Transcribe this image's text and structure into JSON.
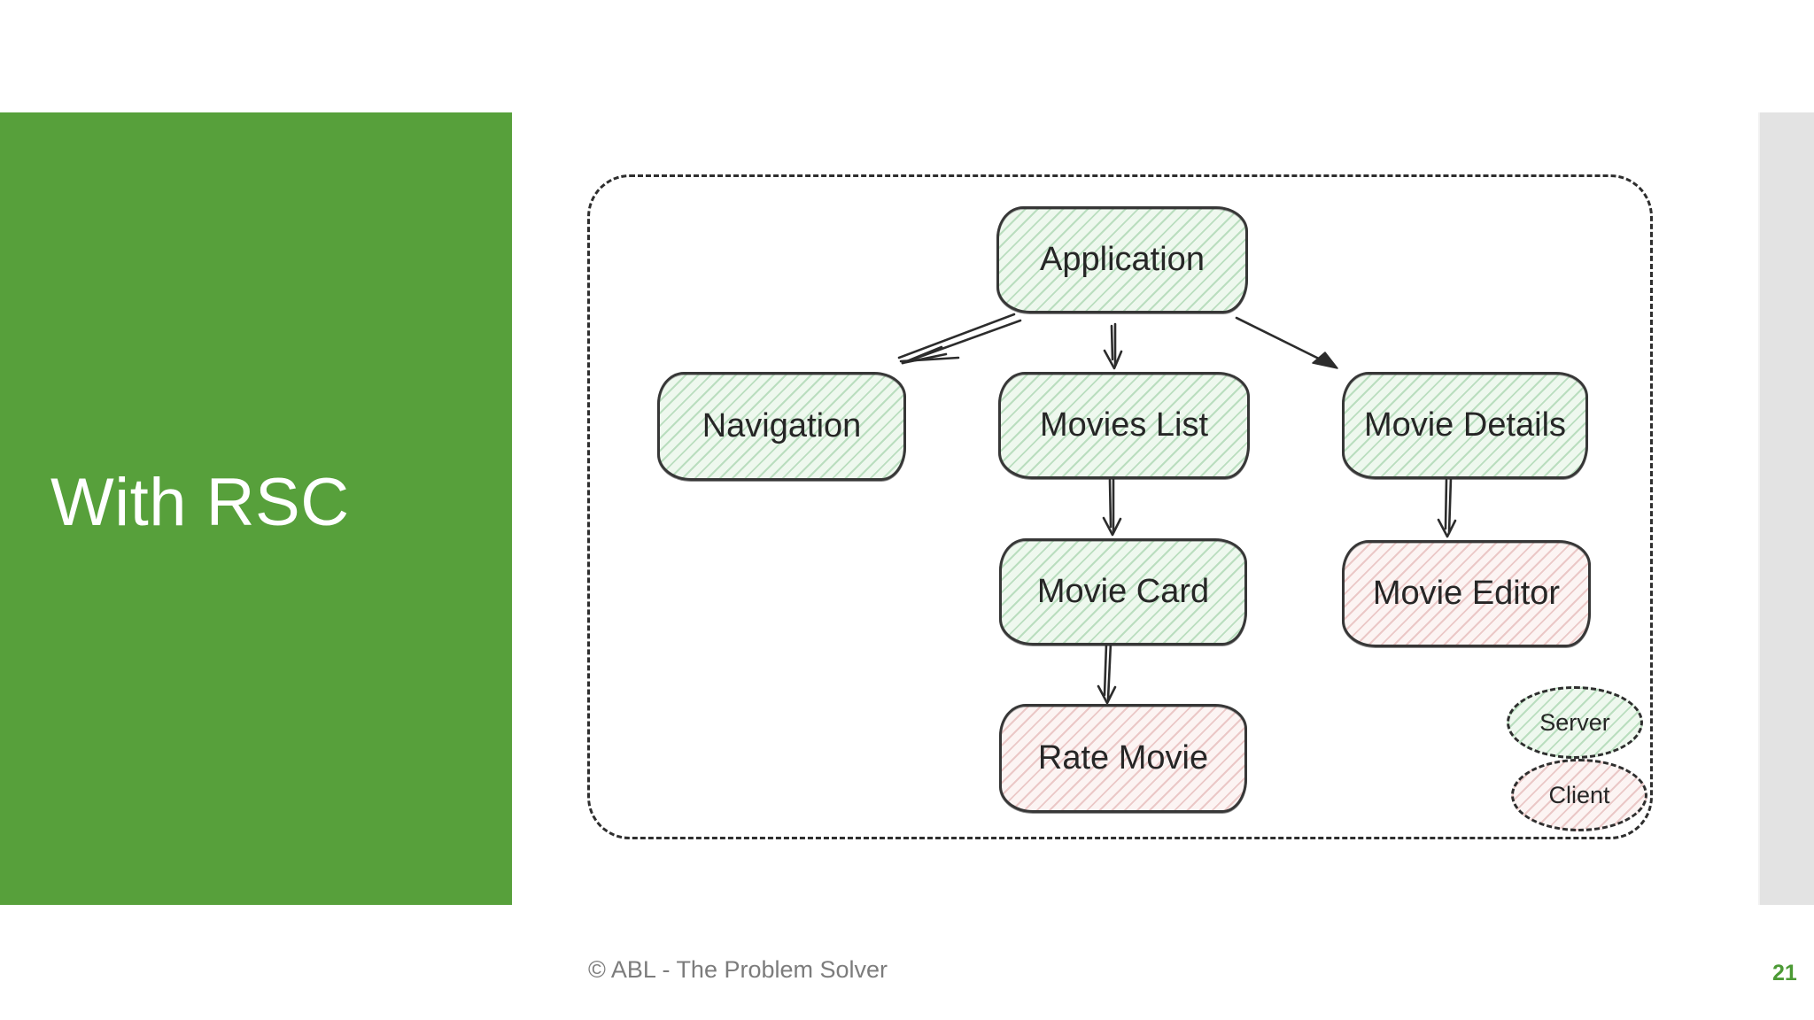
{
  "slide": {
    "title": "With RSC",
    "footer": "© ABL - The Problem Solver",
    "page_number": "21"
  },
  "colors": {
    "accent_green": "#57a03b",
    "server_fill": "#eef8ee",
    "server_hatch": "#86c490",
    "client_fill": "#fcf4f3",
    "client_hatch": "#d69292",
    "sketch_stroke": "#2e2e2e",
    "footer_gray": "#7c7c7c",
    "next_slide_gray": "#e3e3e3",
    "page_number_green": "#4c9a35"
  },
  "diagram": {
    "nodes": [
      {
        "id": "application",
        "label": "Application",
        "type": "server"
      },
      {
        "id": "navigation",
        "label": "Navigation",
        "type": "server"
      },
      {
        "id": "movies-list",
        "label": "Movies List",
        "type": "server"
      },
      {
        "id": "movie-details",
        "label": "Movie Details",
        "type": "server"
      },
      {
        "id": "movie-card",
        "label": "Movie Card",
        "type": "server"
      },
      {
        "id": "movie-editor",
        "label": "Movie Editor",
        "type": "client"
      },
      {
        "id": "rate-movie",
        "label": "Rate Movie",
        "type": "client"
      }
    ],
    "edges": [
      {
        "from": "Application",
        "to": "Navigation"
      },
      {
        "from": "Application",
        "to": "Movies List"
      },
      {
        "from": "Application",
        "to": "Movie Details"
      },
      {
        "from": "Movies List",
        "to": "Movie Card"
      },
      {
        "from": "Movie Details",
        "to": "Movie Editor"
      },
      {
        "from": "Movie Card",
        "to": "Rate Movie"
      }
    ],
    "legend": [
      {
        "label": "Server",
        "type": "server"
      },
      {
        "label": "Client",
        "type": "client"
      }
    ]
  }
}
